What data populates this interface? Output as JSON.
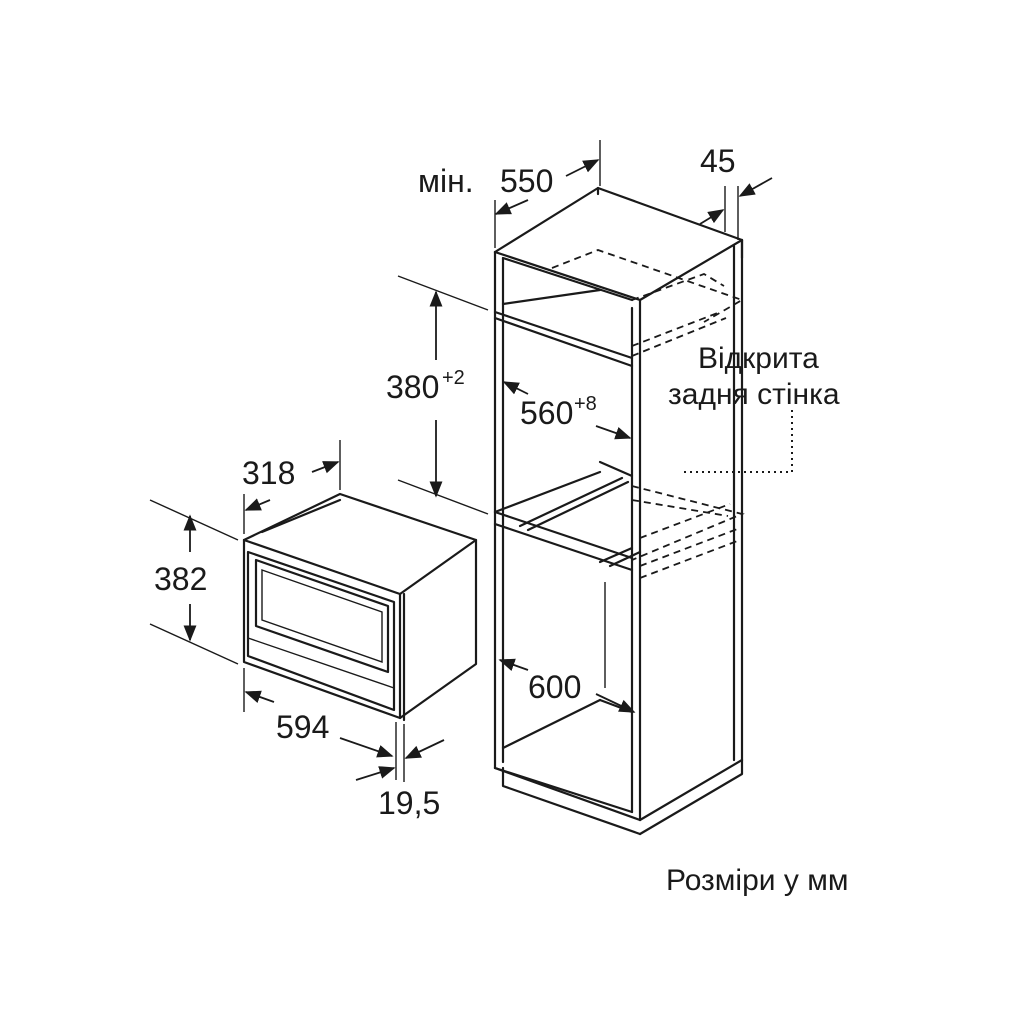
{
  "dimensions": {
    "niche_depth_prefix": "мін.",
    "niche_depth": "550",
    "rear_gap": "45",
    "niche_height": "380",
    "niche_height_tol": "+2",
    "niche_width": "560",
    "niche_width_tol": "+8",
    "cabinet_width": "600",
    "unit_depth": "318",
    "unit_height": "382",
    "unit_width": "594",
    "front_thickness": "19,5"
  },
  "notes": {
    "open_back_line1": "Відкрита",
    "open_back_line2": "задня стінка",
    "units": "Розміри у мм"
  }
}
